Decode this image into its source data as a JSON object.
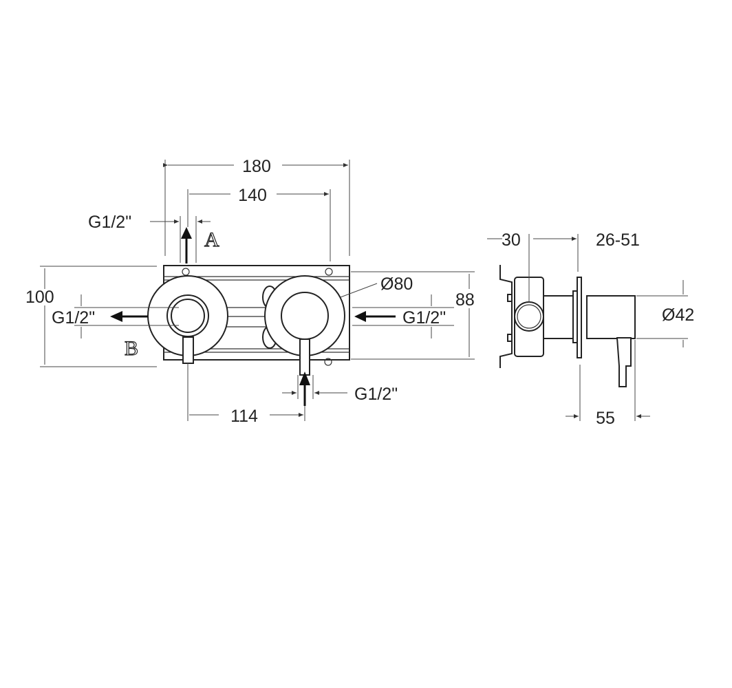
{
  "front_view": {
    "dim_width_total": "180",
    "dim_width_centers": "140",
    "dim_outlet_a_thread": "G1/2\"",
    "outlet_a_label": "A",
    "dim_height_total": "100",
    "dim_left_thread": "G1/2\"",
    "outlet_b_label": "B",
    "dim_right_thread": "G1/2\"",
    "dim_rosette_diameter": "Ø80",
    "dim_height_plate": "88",
    "dim_bottom_thread": "G1/2\"",
    "dim_lever_spacing": "114"
  },
  "side_view": {
    "dim_depth_body": "30",
    "dim_wall_range": "26-51",
    "dim_cylinder_diameter": "Ø42",
    "dim_projection": "55"
  },
  "colors": {
    "line": "#222222",
    "background": "#ffffff"
  }
}
